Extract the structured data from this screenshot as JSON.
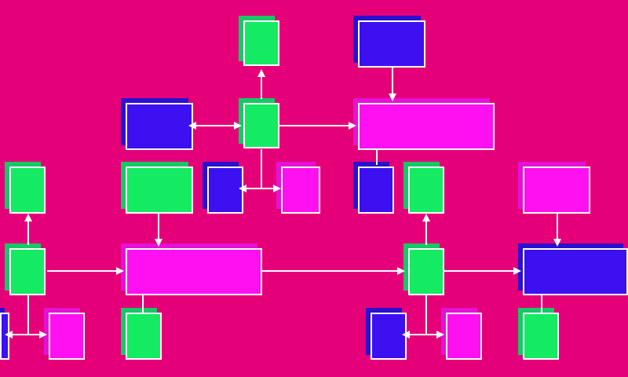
{
  "diagram": {
    "background": "#e5007a",
    "colors": {
      "green": "#14ea62",
      "blue": "#3c10f0",
      "magenta": "#ff10f0",
      "line": "#ffffff"
    },
    "node_colors": [
      "green",
      "blue",
      "blue",
      "green",
      "magenta",
      "green",
      "green",
      "blue",
      "magenta",
      "blue",
      "green",
      "magenta",
      "green",
      "magenta",
      "green",
      "blue",
      "blue",
      "magenta",
      "green",
      "blue",
      "magenta",
      "green"
    ]
  }
}
